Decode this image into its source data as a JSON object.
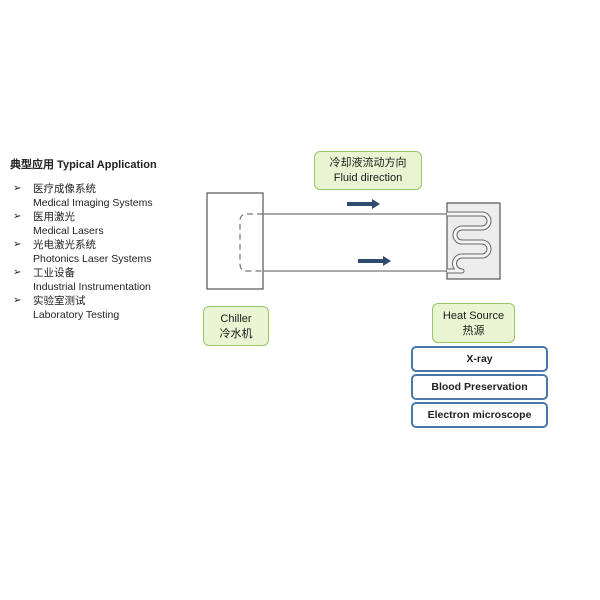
{
  "heading": "典型应用 Typical Application",
  "applications": [
    {
      "zh": "医疗成像系统",
      "en": "Medical Imaging Systems"
    },
    {
      "zh": "医用激光",
      "en": "Medical Lasers"
    },
    {
      "zh": "光电激光系统",
      "en": "Photonics Laser Systems"
    },
    {
      "zh": "工业设备",
      "en": "Industrial Instrumentation"
    },
    {
      "zh": "实验室测试",
      "en": "Laboratory Testing"
    }
  ],
  "bullet_glyph": "➢",
  "diagram": {
    "fluid_direction": {
      "zh": "冷却液流动方向",
      "en": "Fluid direction"
    },
    "chiller": {
      "en": "Chiller",
      "zh": "冷水机"
    },
    "heat_source": {
      "en": "Heat Source",
      "zh": "热源"
    },
    "uses": [
      "X-ray",
      "Blood Preservation",
      "Electron microscope"
    ]
  },
  "colors": {
    "label_fill": "#e9f4d2",
    "label_border": "#9cc36a",
    "arrow": "#2e4a6e",
    "use_border": "#4a78a8"
  }
}
